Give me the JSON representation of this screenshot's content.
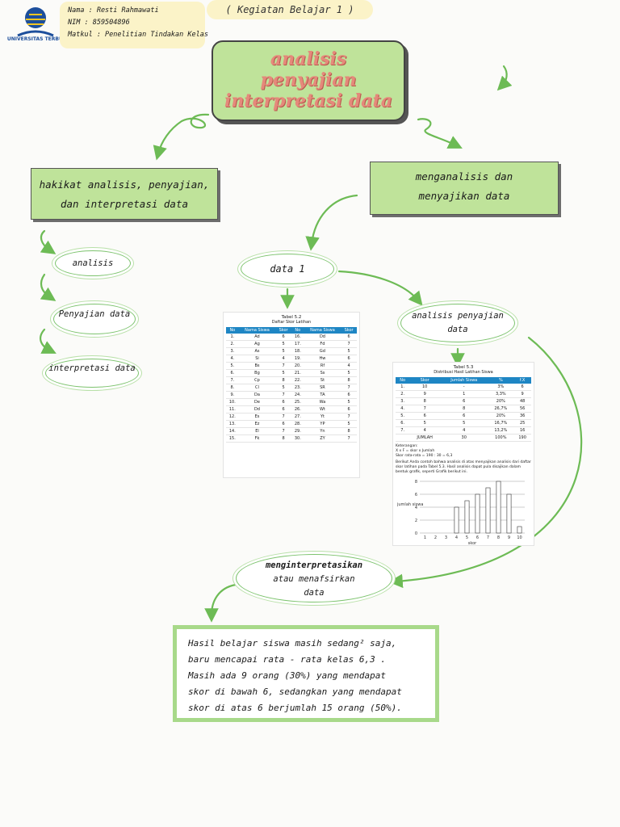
{
  "header": {
    "logo_text": "UNIVERSITAS TERBUKA",
    "nama": "Nama : Resti Rahmawati",
    "nim": "NIM : 859504896",
    "matkul": "Matkul : Penelitian Tindakan Kelas",
    "kegiatan": "( Kegiatan Belajar 1 )"
  },
  "title": [
    "analisis",
    "penyajian",
    "interpretasi data"
  ],
  "left_box": [
    "hakikat analisis, penyajian,",
    "dan interpretasi data"
  ],
  "right_box": [
    "menganalisis dan",
    "menyajikan data"
  ],
  "left_items": [
    "analisis",
    "Penyajian data",
    "interpretasi data"
  ],
  "data1": "data 1",
  "analisis_penyajian": [
    "analisis penyajian",
    "data"
  ],
  "menginterpretasikan": [
    "menginterpretasikan",
    "atau menafsirkan",
    "data"
  ],
  "table1": {
    "caption": "Tabel 5.2",
    "subtitle": "Daftar Skor Latihan",
    "headers": [
      "No",
      "Nama Siswa",
      "Skor",
      "No",
      "Nama Siswa",
      "Skor"
    ],
    "rows": [
      [
        "1.",
        "Ad",
        "6",
        "16.",
        "Dd",
        "6"
      ],
      [
        "2.",
        "Ag",
        "5",
        "17.",
        "Fd",
        "7"
      ],
      [
        "3.",
        "As",
        "5",
        "18.",
        "Gd",
        "5"
      ],
      [
        "4.",
        "Si",
        "4",
        "19.",
        "Hw",
        "6"
      ],
      [
        "5.",
        "Bs",
        "7",
        "20.",
        "Rf",
        "4"
      ],
      [
        "6.",
        "Bg",
        "5",
        "21.",
        "Ss",
        "5"
      ],
      [
        "7.",
        "Cp",
        "8",
        "22.",
        "St",
        "8"
      ],
      [
        "8.",
        "Cl",
        "5",
        "23.",
        "SR",
        "7"
      ],
      [
        "9.",
        "Da",
        "7",
        "24.",
        "TA",
        "6"
      ],
      [
        "10.",
        "De",
        "6",
        "25.",
        "Wa",
        "5"
      ],
      [
        "11.",
        "Dd",
        "6",
        "26.",
        "Wt",
        "6"
      ],
      [
        "12.",
        "Es",
        "7",
        "27.",
        "Yt",
        "7"
      ],
      [
        "13.",
        "Ez",
        "6",
        "28.",
        "YP",
        "5"
      ],
      [
        "14.",
        "El",
        "7",
        "29.",
        "Yn",
        "8"
      ],
      [
        "15.",
        "Fk",
        "8",
        "30.",
        "ZY",
        "7"
      ]
    ]
  },
  "table2": {
    "caption": "Tabel 5.3",
    "subtitle": "Distribusi Hasil Latihan Siswa",
    "headers": [
      "No",
      "Skor",
      "Jumlah Siswa",
      "%",
      "f.X"
    ],
    "rows": [
      [
        "1.",
        "10",
        "-",
        "3%",
        "6"
      ],
      [
        "2.",
        "9",
        "1",
        "3,3%",
        "9"
      ],
      [
        "3.",
        "8",
        "6",
        "20%",
        "48"
      ],
      [
        "4.",
        "7",
        "8",
        "26,7%",
        "56"
      ],
      [
        "5.",
        "6",
        "6",
        "20%",
        "36"
      ],
      [
        "6.",
        "5",
        "5",
        "16,7%",
        "25"
      ],
      [
        "7.",
        "4",
        "4",
        "13,2%",
        "16"
      ]
    ],
    "total": [
      "",
      "JUMLAH",
      "30",
      "100%",
      "190"
    ],
    "notes": [
      "Keterangan:",
      "X x F = skor x Jumlah",
      "Skor rata-rata = 190 : 30 = 6,3"
    ],
    "para": "Berikut Anda contoh bahwa analisis di atas menyajikan analisis dari daftar skor latihan pada Tabel 5.3. Hasil analisis dapat pula disajikan dalam bentuk grafik, seperti Grafik berikut ini."
  },
  "chart_data": {
    "type": "bar",
    "categories": [
      "1",
      "2",
      "3",
      "4",
      "5",
      "6",
      "7",
      "8",
      "9",
      "10"
    ],
    "values": [
      0,
      0,
      0,
      4,
      5,
      6,
      7,
      8,
      6,
      1
    ],
    "ylabel": "jumlah siswa",
    "xlabel": "skor",
    "yticks": [
      "0",
      "2",
      "4",
      "6",
      "8"
    ],
    "ylim": [
      0,
      8
    ]
  },
  "result": {
    "lines": [
      "Hasil belajar siswa masih sedang² saja,",
      "baru mencapai rata - rata kelas 6,3 .",
      "Masih ada 9 orang (30%) yang mendapat",
      "skor di bawah 6, sedangkan yang mendapat",
      "skor di atas 6 berjumlah 15 orang (50%)."
    ]
  },
  "colors": {
    "green": "#bfe39a",
    "arrow": "#6dbb55",
    "yellow": "#fbf3c8",
    "title": "#e5897b"
  }
}
